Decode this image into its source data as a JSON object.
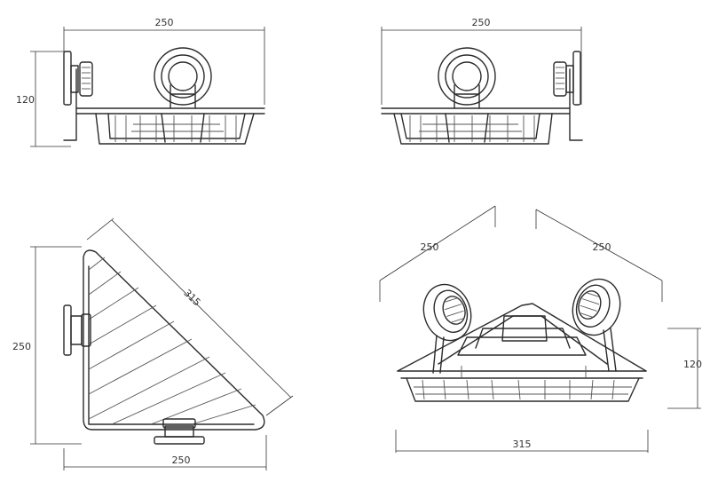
{
  "diagram": {
    "views": [
      {
        "id": "front-left",
        "dims": {
          "width": "250",
          "height": "120"
        }
      },
      {
        "id": "front-right",
        "dims": {
          "width": "250"
        }
      },
      {
        "id": "top",
        "dims": {
          "diagonal": "315",
          "side_vertical": "250",
          "side_horizontal": "250"
        }
      },
      {
        "id": "perspective",
        "dims": {
          "left_side": "250",
          "right_side": "250",
          "front_width": "315",
          "height": "120"
        }
      }
    ],
    "colors": {
      "line": "#2b2b2b",
      "dimension": "#333333",
      "background": "#ffffff"
    }
  }
}
